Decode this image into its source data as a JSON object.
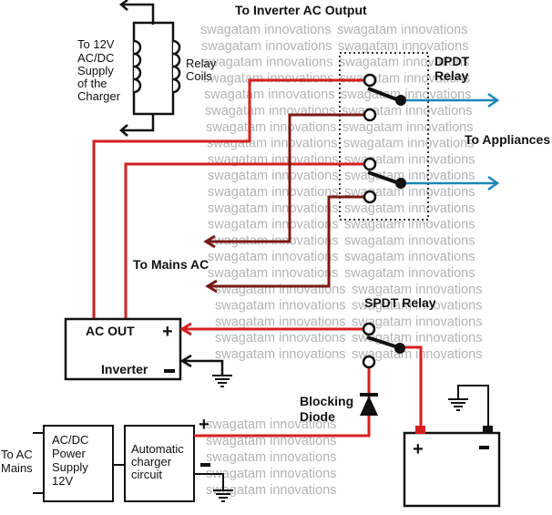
{
  "title": "Inverter / Mains changeover relay circuit",
  "watermark": "swagatam innovations",
  "colors": {
    "positive_wire": "#d41f1f",
    "mains_wire": "#7a1a14",
    "appliance_wire": "#1a86b8",
    "ground_wire": "#111111",
    "watermark": "#b3b3b3"
  },
  "labels": {
    "inverter_ac_output": "To Inverter AC Output",
    "supply_line1": "To 12V",
    "supply_line2": "AC/DC",
    "supply_line3": "Supply",
    "supply_line4": "of the",
    "supply_line5": "Charger",
    "relay_coils_line1": "Relay",
    "relay_coils_line2": "Coils",
    "dpdt_line1": "DPDT",
    "dpdt_line2": "Relay",
    "to_appliances": "To Appliances",
    "to_mains_ac": "To Mains AC",
    "spdt_relay": "SPDT Relay",
    "inverter_ac_out": "AC OUT",
    "inverter_name": "Inverter",
    "plus": "+",
    "minus": "−",
    "blocking_line1": "Blocking",
    "blocking_line2": "Diode",
    "to_ac_mains_line1": "To AC",
    "to_ac_mains_line2": "Mains",
    "psu_line1": "AC/DC",
    "psu_line2": "Power",
    "psu_line3": "Supply",
    "psu_line4": "12V",
    "charger_line1": "Automatic",
    "charger_line2": "charger",
    "charger_line3": "circuit"
  }
}
